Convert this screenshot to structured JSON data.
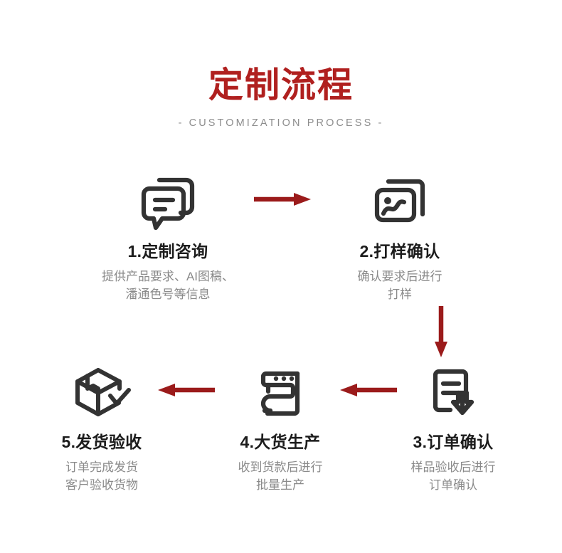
{
  "header": {
    "title": "定制流程",
    "subtitle": "-  CUSTOMIZATION PROCESS  -"
  },
  "colors": {
    "title_red": "#b0201f",
    "arrow_red": "#9b1b1b",
    "icon_dark": "#333333",
    "heading_dark": "#1c1c1c",
    "desc_gray": "#8a8a8a",
    "subtitle_gray": "#8d8d8d",
    "background": "#ffffff"
  },
  "steps": [
    {
      "number": "1.",
      "title": "1.定制咨询",
      "icon": "chat-bubbles-icon",
      "desc_lines": [
        "提供产品要求、AI图稿、",
        "潘通色号等信息"
      ]
    },
    {
      "number": "2.",
      "title": "2.打样确认",
      "icon": "image-frames-icon",
      "desc_lines": [
        "确认要求后进行",
        "打样"
      ]
    },
    {
      "number": "3.",
      "title": "3.订单确认",
      "icon": "document-download-icon",
      "desc_lines": [
        "样品验收后进行",
        "订单确认"
      ]
    },
    {
      "number": "4.",
      "title": "4.大货生产",
      "icon": "sewing-machine-icon",
      "desc_lines": [
        "收到货款后进行",
        "批量生产"
      ]
    },
    {
      "number": "5.",
      "title": "5.发货验收",
      "icon": "box-check-icon",
      "desc_lines": [
        "订单完成发货",
        "客户验收货物"
      ]
    }
  ],
  "arrows": [
    {
      "name": "arrow-step1-to-step2",
      "direction": "right"
    },
    {
      "name": "arrow-step2-to-step3",
      "direction": "down"
    },
    {
      "name": "arrow-step3-to-step4",
      "direction": "left"
    },
    {
      "name": "arrow-step4-to-step5",
      "direction": "left"
    }
  ]
}
